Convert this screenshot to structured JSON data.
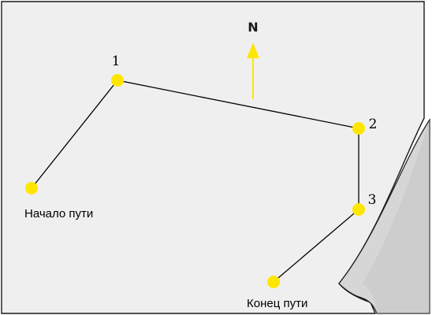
{
  "north": {
    "letter": "N",
    "color": "#ffe600"
  },
  "route": {
    "point_color": "#ffe600",
    "line_color": "#000000",
    "waypoints": [
      "1",
      "2",
      "3"
    ],
    "start_label": "Начало пути",
    "end_label": "Конец пути"
  },
  "map_sheet": {
    "paper_color": "#efefef",
    "curled_corner": "bottom-right"
  }
}
